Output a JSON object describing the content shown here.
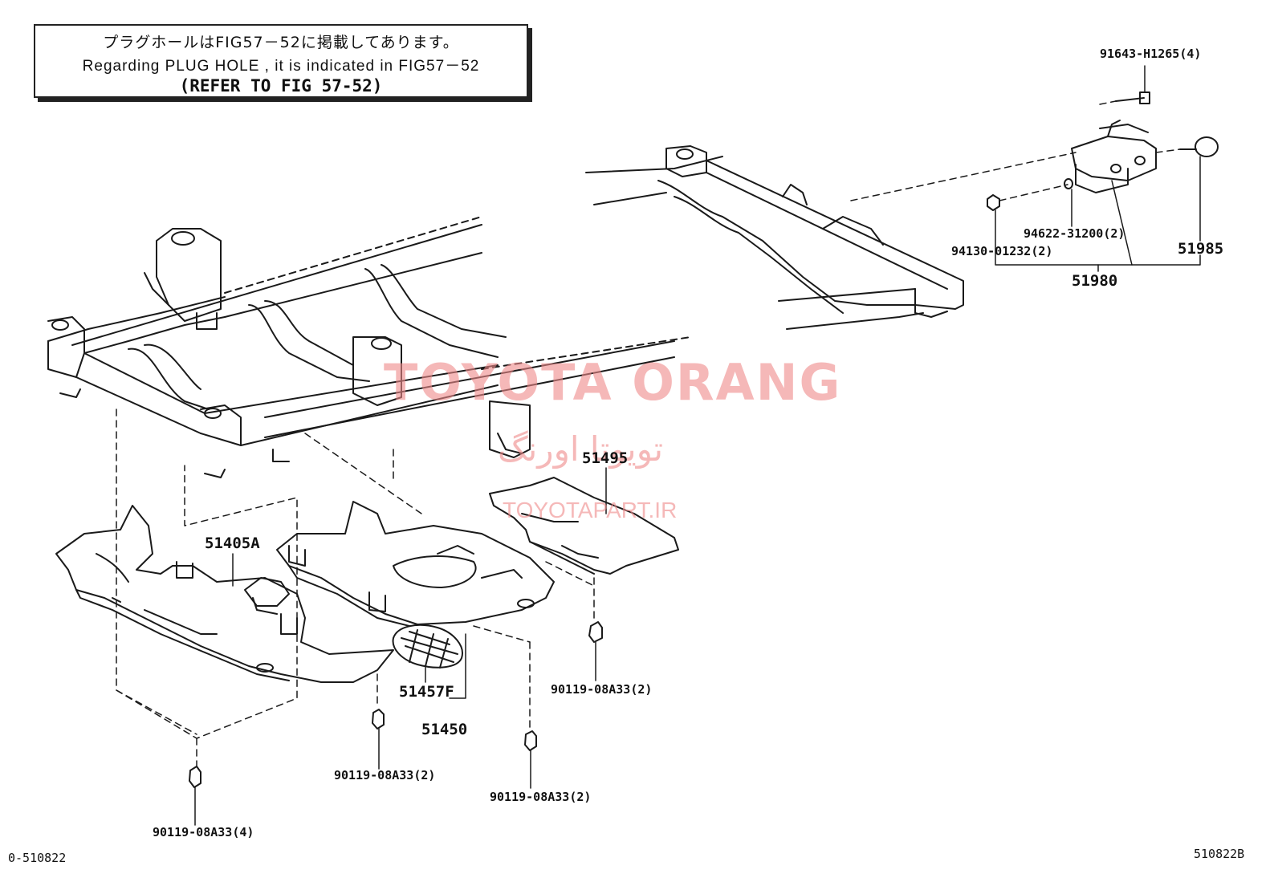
{
  "notice": {
    "japanese": "プラグホールはFIG57－52に掲載してあります。",
    "english": "Regarding PLUG HOLE , it is indicated in FIG57－52",
    "refer": "(REFER TO FIG 57-52)"
  },
  "watermark": {
    "brand": "TOYOTA ORANG",
    "persian": "تویوتا اورنگ",
    "site": "TOYOTAPART.IR"
  },
  "part_labels": {
    "p91643": "91643-H1265(4)",
    "p94622": "94622-31200(2)",
    "p94130": "94130-01232(2)",
    "p51985": "51985",
    "p51980": "51980",
    "p51495": "51495",
    "p51405a": "51405A",
    "p51457f": "51457F",
    "p51450": "51450",
    "bolt_right": "90119-08A33(2)",
    "bolt_mid": "90119-08A33(2)",
    "bolt_low": "90119-08A33(2)",
    "bolt_left": "90119-08A33(4)"
  },
  "footer": {
    "left_code": "0-510822",
    "right_code": "510822B"
  },
  "colors": {
    "line": "#1a1a1a",
    "watermark": "#f08a8a"
  }
}
